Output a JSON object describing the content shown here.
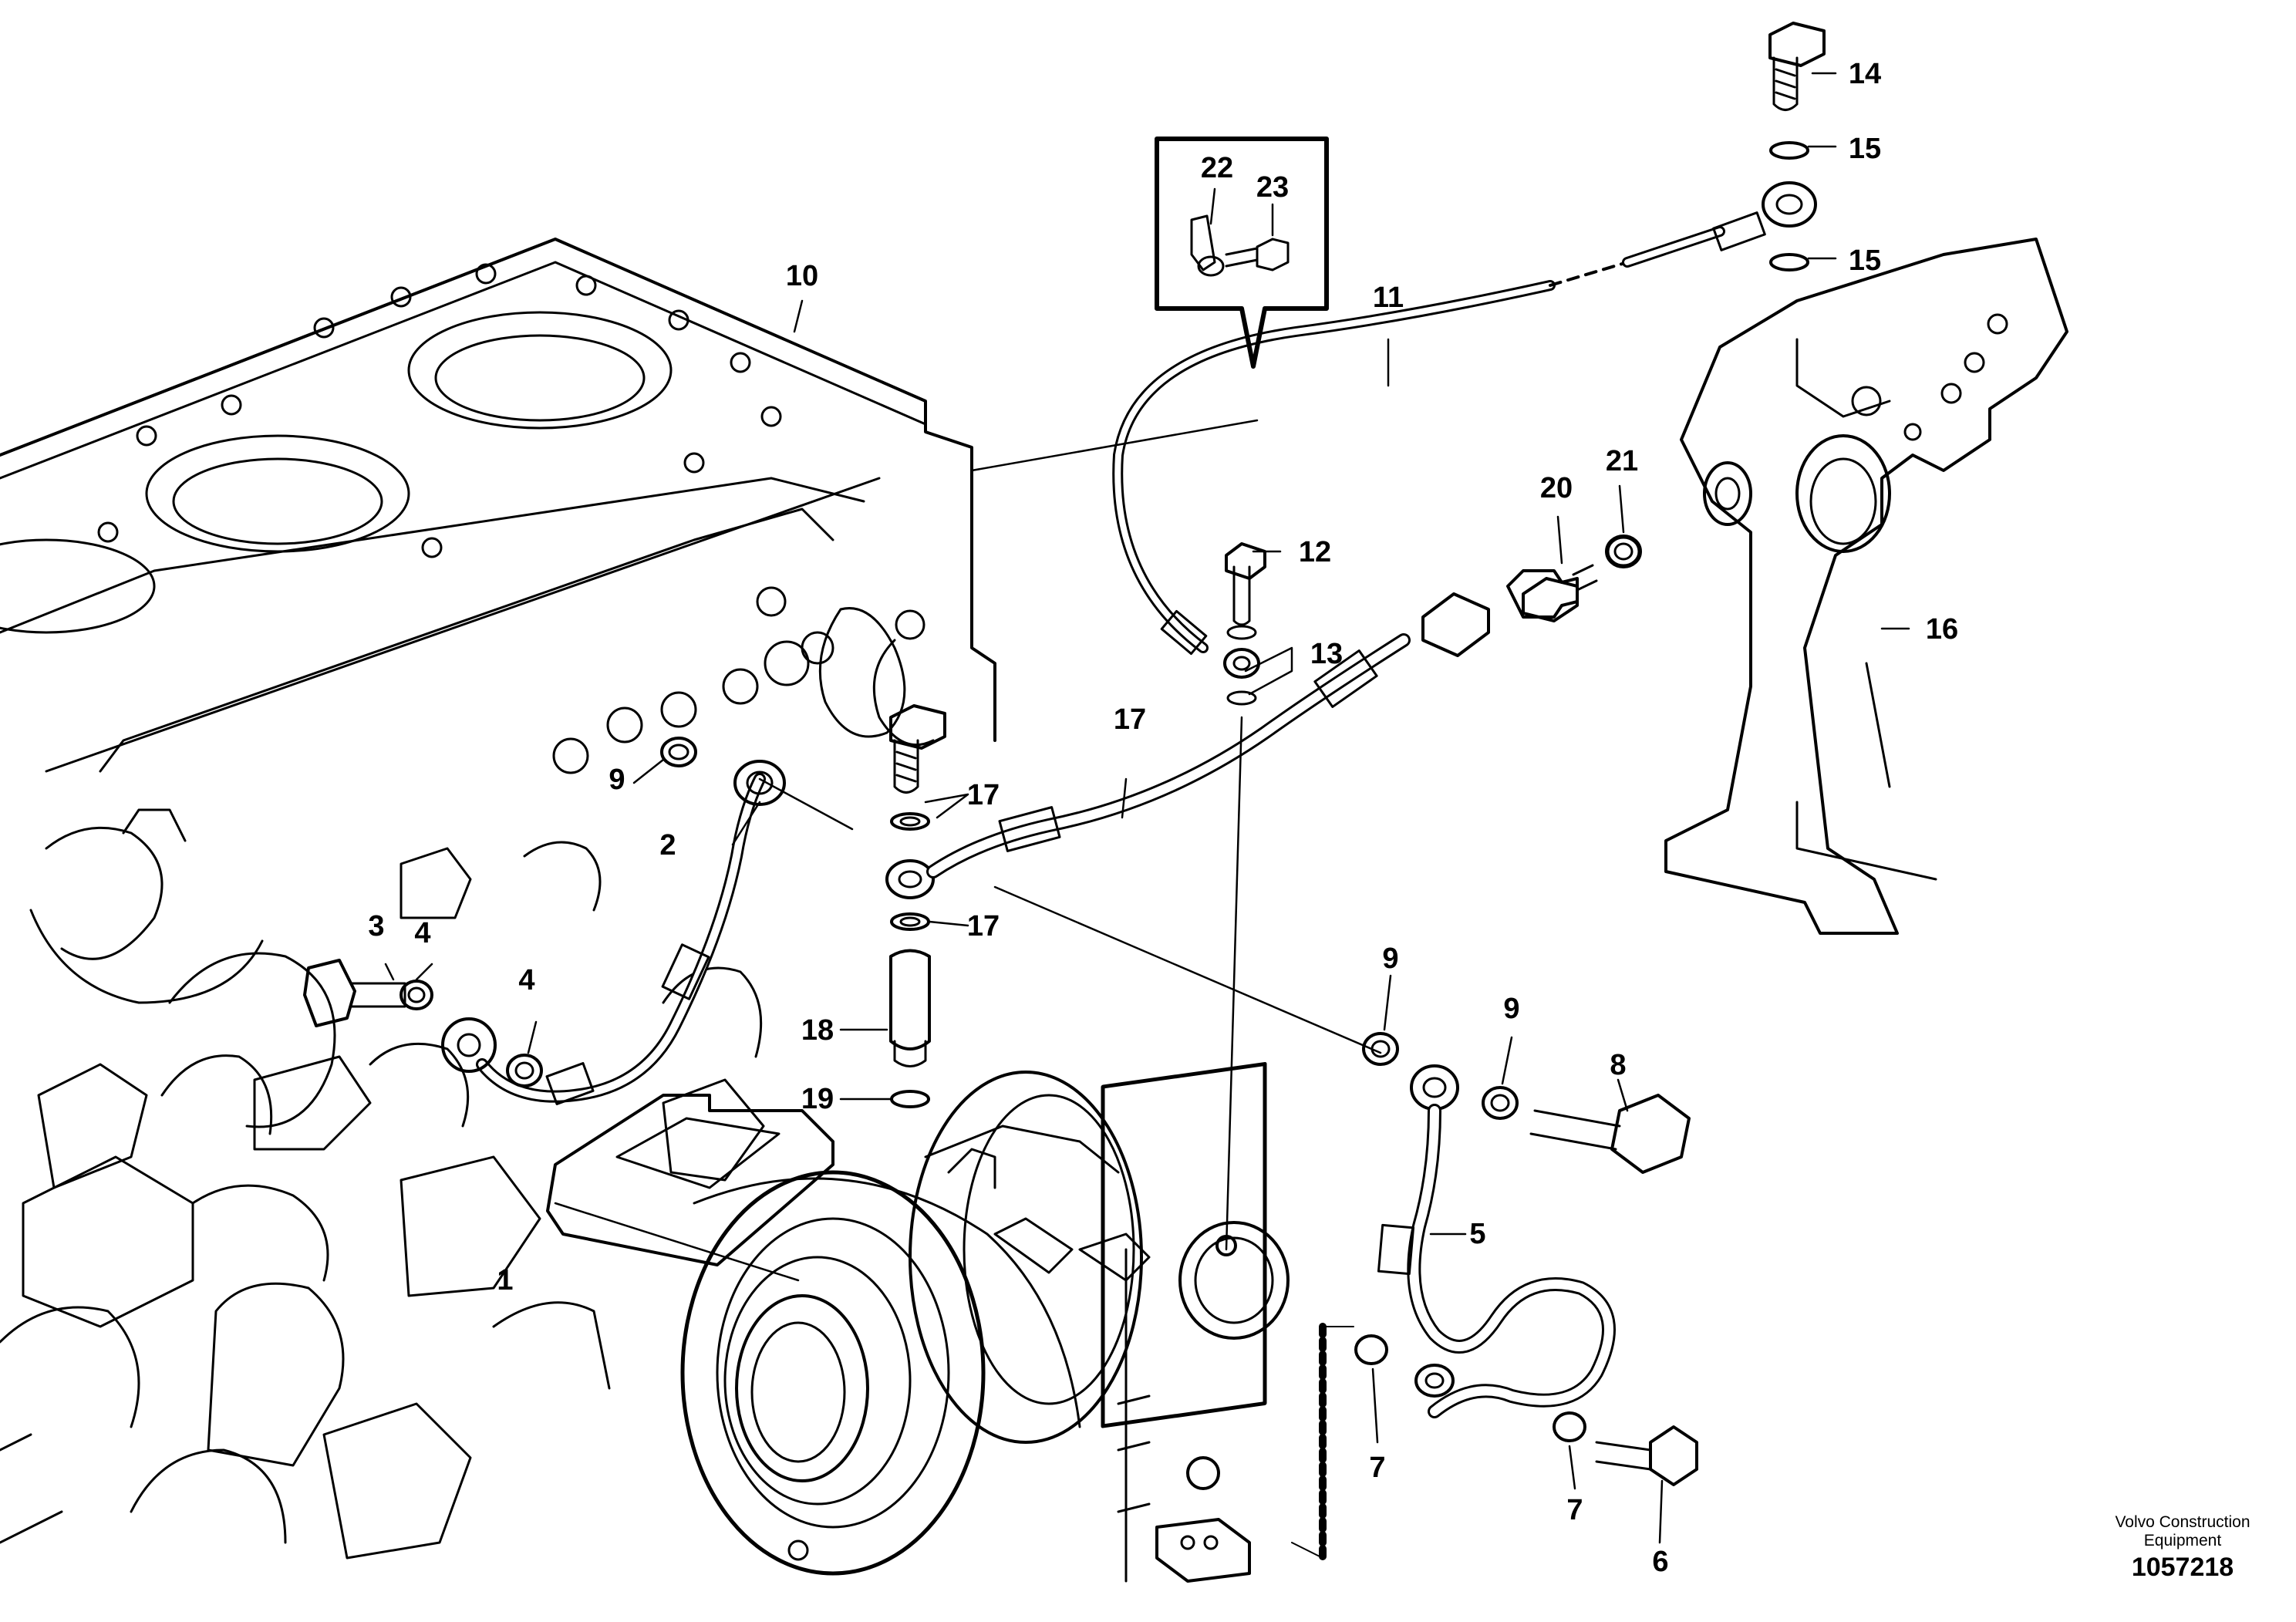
{
  "callouts": [
    {
      "label": "1"
    },
    {
      "label": "2"
    },
    {
      "label": "3"
    },
    {
      "label": "4"
    },
    {
      "label": "4"
    },
    {
      "label": "5"
    },
    {
      "label": "6"
    },
    {
      "label": "7"
    },
    {
      "label": "7"
    },
    {
      "label": "8"
    },
    {
      "label": "9"
    },
    {
      "label": "9"
    },
    {
      "label": "9"
    },
    {
      "label": "10"
    },
    {
      "label": "11"
    },
    {
      "label": "12"
    },
    {
      "label": "13"
    },
    {
      "label": "14"
    },
    {
      "label": "15"
    },
    {
      "label": "15"
    },
    {
      "label": "16"
    },
    {
      "label": "17"
    },
    {
      "label": "17"
    },
    {
      "label": "17"
    },
    {
      "label": "18"
    },
    {
      "label": "19"
    },
    {
      "label": "20"
    },
    {
      "label": "21"
    },
    {
      "label": "22"
    },
    {
      "label": "23"
    }
  ],
  "credit": {
    "line1": "Volvo Construction",
    "line2": "Equipment",
    "drawing_number": "1057218"
  }
}
